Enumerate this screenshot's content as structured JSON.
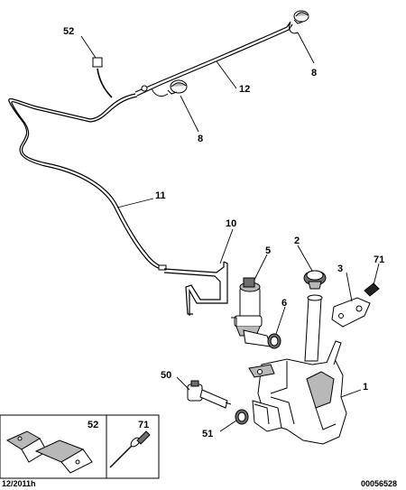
{
  "callouts": {
    "c52": "52",
    "c8a": "8",
    "c12": "12",
    "c8b": "8",
    "c11": "11",
    "c10": "10",
    "c5": "5",
    "c2": "2",
    "c3": "3",
    "c71": "71",
    "c6": "6",
    "c50": "50",
    "c1": "1",
    "c51": "51"
  },
  "inset": {
    "label_52": "52",
    "label_71": "71"
  },
  "footer": {
    "date": "12/2011h",
    "ref": "00056528"
  },
  "colors": {
    "line": "#000000",
    "part_fill": "#ffffff",
    "shade": "#b8b8b8",
    "dark_shade": "#6e6e6e"
  }
}
